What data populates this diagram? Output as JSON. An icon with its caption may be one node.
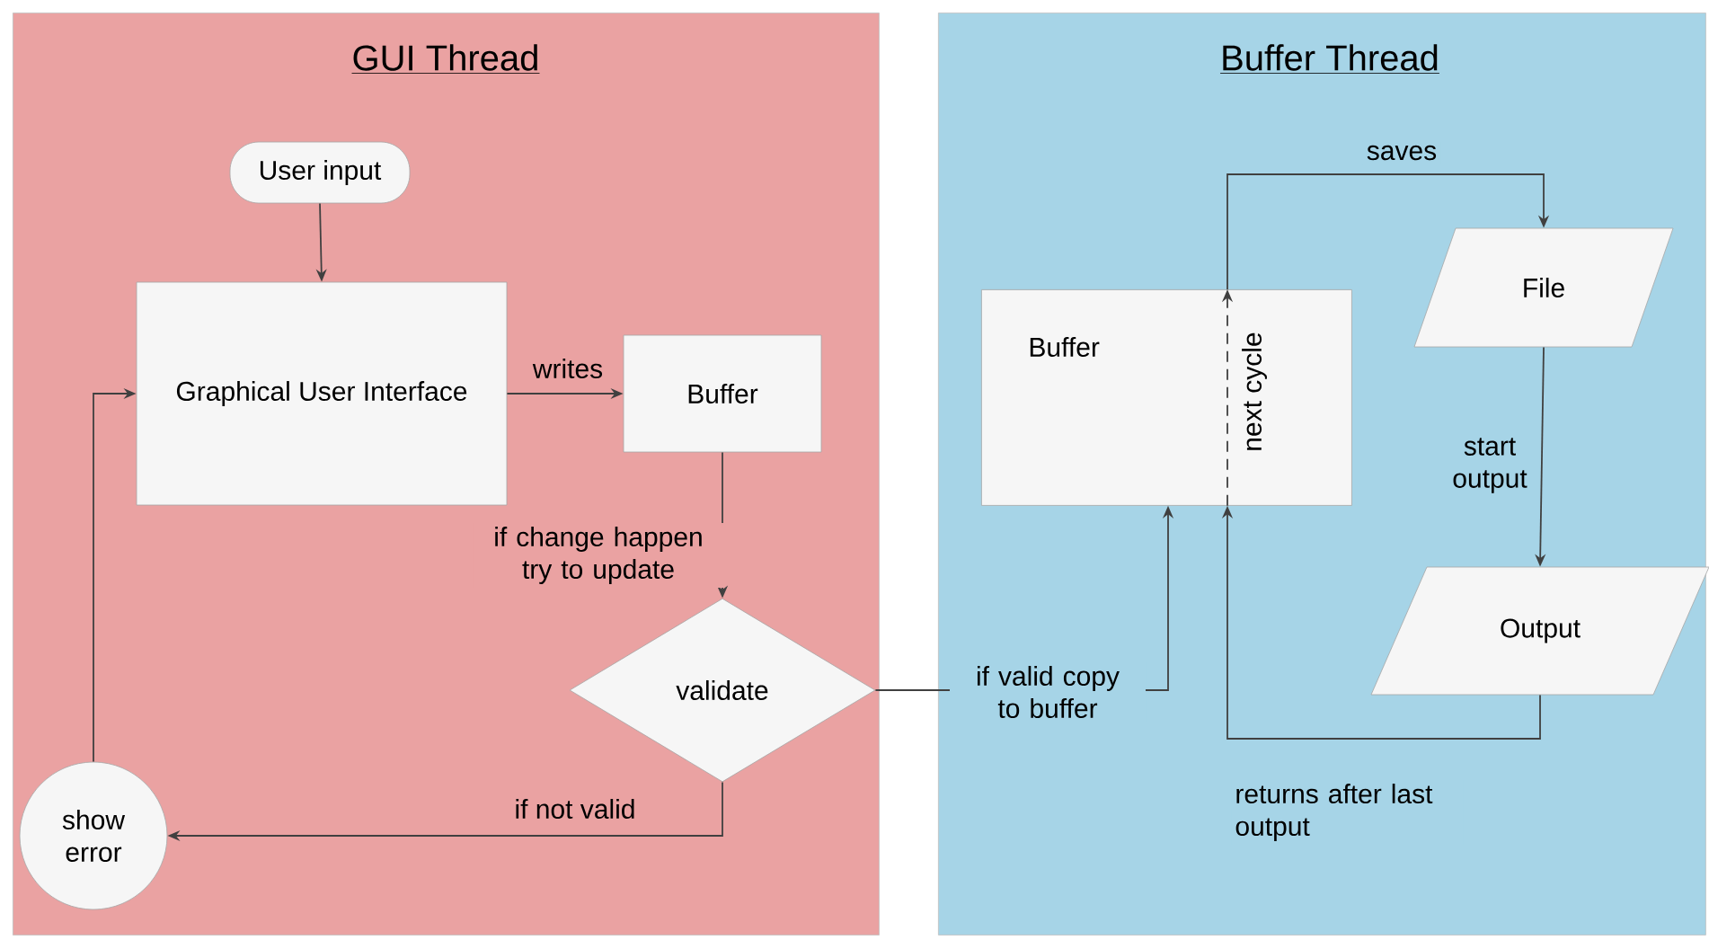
{
  "diagram": {
    "nodes": [
      {
        "text": [
          "GUI Thread"
        ]
      },
      {
        "text": [
          "User input"
        ],
        "in": 0
      },
      {
        "text": [
          "Graphical User Interface"
        ],
        "in": 0
      },
      {
        "text": [
          "Buffer"
        ],
        "in": 0
      },
      {
        "text": [
          "validate"
        ],
        "in": 0
      },
      {
        "text": [
          "show error"
        ],
        "in": 0
      },
      {
        "text": [
          "Buffer Thread"
        ]
      },
      {
        "text": [
          "Buffer"
        ],
        "in": 6
      },
      {
        "text": [
          "File"
        ],
        "in": 6
      },
      {
        "text": [
          "Output"
        ],
        "in": 6
      }
    ],
    "edges": [
      {
        "from": 1,
        "to": 2,
        "arrow": "to"
      },
      {
        "from": 2,
        "to": 3,
        "arrow": "to",
        "label": "writes"
      },
      {
        "from": 3,
        "to": 4,
        "arrow": "to",
        "label": "if change happen try to update"
      },
      {
        "from": 4,
        "to": 7,
        "arrow": "to",
        "label": "if valid copy to buffer"
      },
      {
        "from": 4,
        "to": 5,
        "arrow": "to",
        "label": "if not valid"
      },
      {
        "from": 5,
        "to": 2,
        "arrow": "to"
      },
      {
        "from": 7,
        "to": 8,
        "arrow": "to",
        "label": "saves"
      },
      {
        "from": 8,
        "to": 9,
        "arrow": "to",
        "label": "start output"
      },
      {
        "from": 9,
        "to": 7,
        "arrow": "to",
        "label": "returns after last output"
      },
      {
        "from": 7,
        "to": 7,
        "arrow": "to",
        "style": "dashed",
        "label": "next cycle"
      }
    ]
  }
}
